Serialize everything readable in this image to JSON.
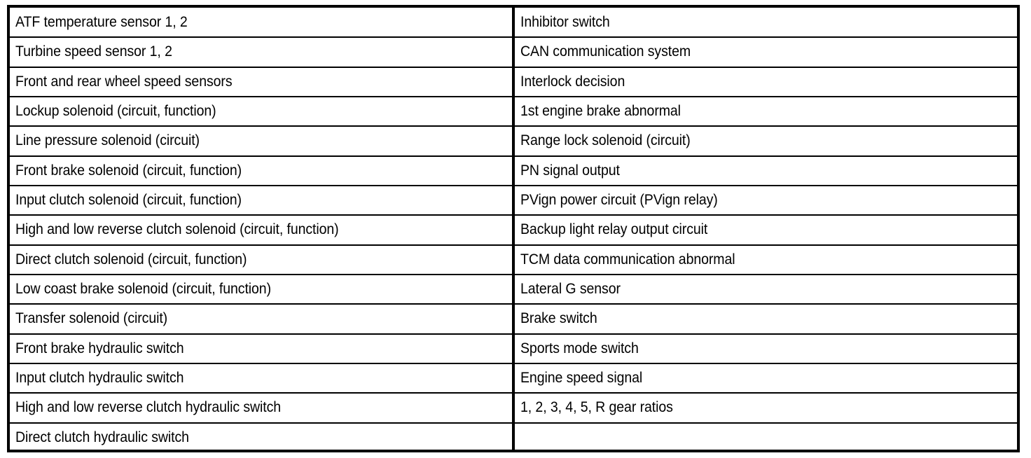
{
  "document": {
    "type": "two-column-reference-table",
    "row_count": 15,
    "column_count": 2,
    "border_color": "#000000",
    "background_color": "#ffffff",
    "text_color": "#000000"
  },
  "table": {
    "rows": [
      {
        "left": "ATF temperature sensor 1, 2",
        "right": "Inhibitor switch"
      },
      {
        "left": "Turbine speed sensor 1, 2",
        "right": "CAN communication system"
      },
      {
        "left": "Front and rear wheel speed sensors",
        "right": "Interlock decision"
      },
      {
        "left": "Lockup solenoid (circuit, function)",
        "right": "1st engine brake abnormal"
      },
      {
        "left": "Line pressure solenoid (circuit)",
        "right": "Range lock solenoid (circuit)"
      },
      {
        "left": "Front brake solenoid (circuit, function)",
        "right": "PN signal output"
      },
      {
        "left": "Input clutch solenoid (circuit, function)",
        "right": "PVign power circuit (PVign relay)"
      },
      {
        "left": "High and low reverse clutch solenoid (circuit, function)",
        "right": "Backup light relay output circuit"
      },
      {
        "left": "Direct clutch solenoid (circuit, function)",
        "right": "TCM data communication abnormal"
      },
      {
        "left": "Low coast brake solenoid (circuit, function)",
        "right": "Lateral G sensor"
      },
      {
        "left": "Transfer solenoid (circuit)",
        "right": "Brake switch"
      },
      {
        "left": "Front brake hydraulic switch",
        "right": "Sports mode switch"
      },
      {
        "left": "Input clutch hydraulic switch",
        "right": "Engine speed signal"
      },
      {
        "left": "High and low reverse clutch hydraulic switch",
        "right": "1, 2, 3, 4, 5, R gear ratios"
      },
      {
        "left": "Direct clutch hydraulic switch",
        "right": ""
      }
    ]
  }
}
